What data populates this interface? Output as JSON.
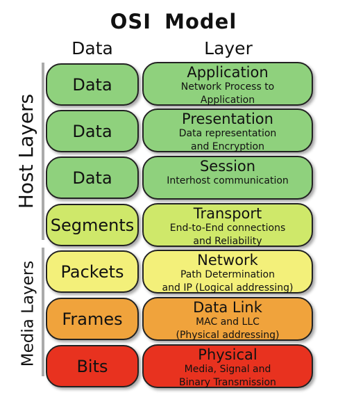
{
  "title": "OSI  Model",
  "headers": {
    "data": "Data",
    "layer": "Layer"
  },
  "side_labels": {
    "host": "Host Layers",
    "media": "Media Layers"
  },
  "rows": [
    {
      "data": "Data",
      "layer": "Application",
      "desc1": "Network Process to",
      "desc2": "Application",
      "color": "#8fd17d"
    },
    {
      "data": "Data",
      "layer": "Presentation",
      "desc1": "Data representation",
      "desc2": "and Encryption",
      "color": "#8fd17d"
    },
    {
      "data": "Data",
      "layer": "Session",
      "desc1": "Interhost communication",
      "desc2": "",
      "color": "#8fd17d"
    },
    {
      "data": "Segments",
      "layer": "Transport",
      "desc1": "End-to-End connections",
      "desc2": "and Reliability",
      "color": "#cfe86a"
    },
    {
      "data": "Packets",
      "layer": "Network",
      "desc1": "Path Determination",
      "desc2": "and IP (Logical addressing)",
      "color": "#f3f07a"
    },
    {
      "data": "Frames",
      "layer": "Data Link",
      "desc1": "MAC and LLC",
      "desc2": "(Physical addressing)",
      "color": "#f0a33c"
    },
    {
      "data": "Bits",
      "layer": "Physical",
      "desc1": "Media, Signal and",
      "desc2": "Binary Transmission",
      "color": "#e8321f"
    }
  ]
}
